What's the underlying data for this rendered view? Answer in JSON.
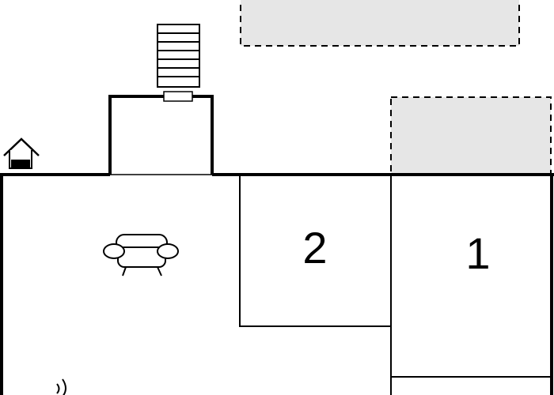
{
  "floor_plan": {
    "rooms": [
      {
        "id": "living-area",
        "label": "",
        "icon": "sofa-icon"
      },
      {
        "id": "room-2",
        "label": "2"
      },
      {
        "id": "room-1",
        "label": "1"
      },
      {
        "id": "entrance-porch",
        "label": ""
      }
    ],
    "outdoor_areas": [
      {
        "id": "terrace-top",
        "style": "dashed-shaded"
      },
      {
        "id": "terrace-right",
        "style": "dashed-shaded"
      }
    ],
    "icons": [
      "stairs-icon",
      "doghouse-icon",
      "sofa-icon",
      "wifi-icon"
    ],
    "colors": {
      "wall": "#000000",
      "terrace_fill": "#e6e6e6",
      "background": "#ffffff"
    }
  }
}
